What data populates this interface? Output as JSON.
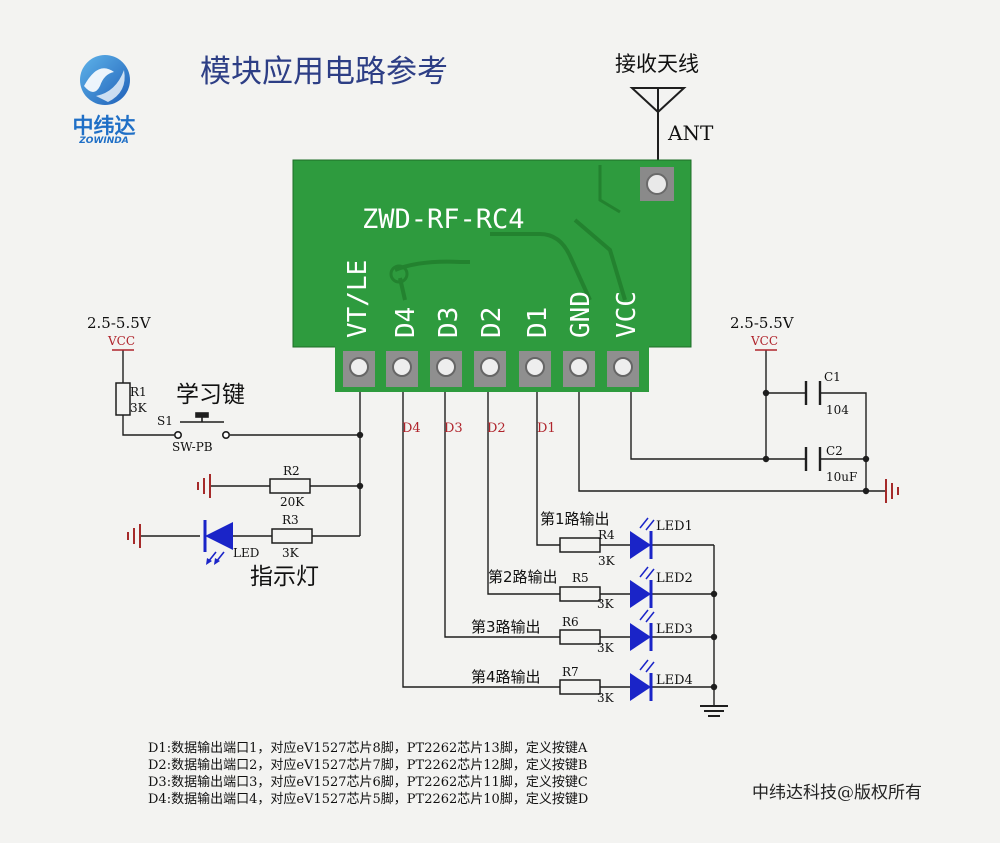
{
  "page_title": "模块应用电路参考",
  "logo": {
    "name_cn": "中纬达",
    "name_en": "ZOWINDA"
  },
  "antenna": {
    "title": "接收天线",
    "label": "ANT"
  },
  "module": {
    "model": "ZWD-RF-RC4",
    "pins": [
      "VT/LE",
      "D4",
      "D3",
      "D2",
      "D1",
      "GND",
      "VCC"
    ]
  },
  "net_labels": {
    "d4": "D4",
    "d3": "D3",
    "d2": "D2",
    "d1": "D1"
  },
  "left_supply": {
    "voltage": "2.5-5.5V",
    "net": "VCC"
  },
  "right_supply": {
    "voltage": "2.5-5.5V",
    "net": "VCC"
  },
  "components": {
    "r1": {
      "ref": "R1",
      "value": "3K"
    },
    "s1": {
      "ref": "S1",
      "value": "SW-PB",
      "caption": "学习键"
    },
    "r2": {
      "ref": "R2",
      "value": "20K"
    },
    "r3": {
      "ref": "R3",
      "value": "3K"
    },
    "led": {
      "ref": "LED",
      "caption": "指示灯"
    },
    "c1": {
      "ref": "C1",
      "value": "104"
    },
    "c2": {
      "ref": "C2",
      "value": "10uF"
    }
  },
  "outputs": [
    {
      "label": "第1路输出",
      "r_ref": "R4",
      "r_value": "3K",
      "led": "LED1"
    },
    {
      "label": "第2路输出",
      "r_ref": "R5",
      "r_value": "3K",
      "led": "LED2"
    },
    {
      "label": "第3路输出",
      "r_ref": "R6",
      "r_value": "3K",
      "led": "LED3"
    },
    {
      "label": "第4路输出",
      "r_ref": "R7",
      "r_value": "3K",
      "led": "LED4"
    }
  ],
  "notes": [
    "D1:数据输出端口1，对应eV1527芯片8脚，PT2262芯片13脚，定义按键A",
    "D2:数据输出端口2，对应eV1527芯片7脚，PT2262芯片12脚，定义按键B",
    "D3:数据输出端口3，对应eV1527芯片6脚，PT2262芯片11脚，定义按键C",
    "D4:数据输出端口4，对应eV1527芯片5脚，PT2262芯片10脚，定义按键D"
  ],
  "copyright": "中纬达科技@版权所有",
  "colors": {
    "pcb": "#2e9b3e",
    "pcb_dark": "#23822f",
    "wire": "#1e1e1e",
    "net": "#b0242c",
    "led": "#1a24c8",
    "logo_blue": "#1f6fc6"
  }
}
